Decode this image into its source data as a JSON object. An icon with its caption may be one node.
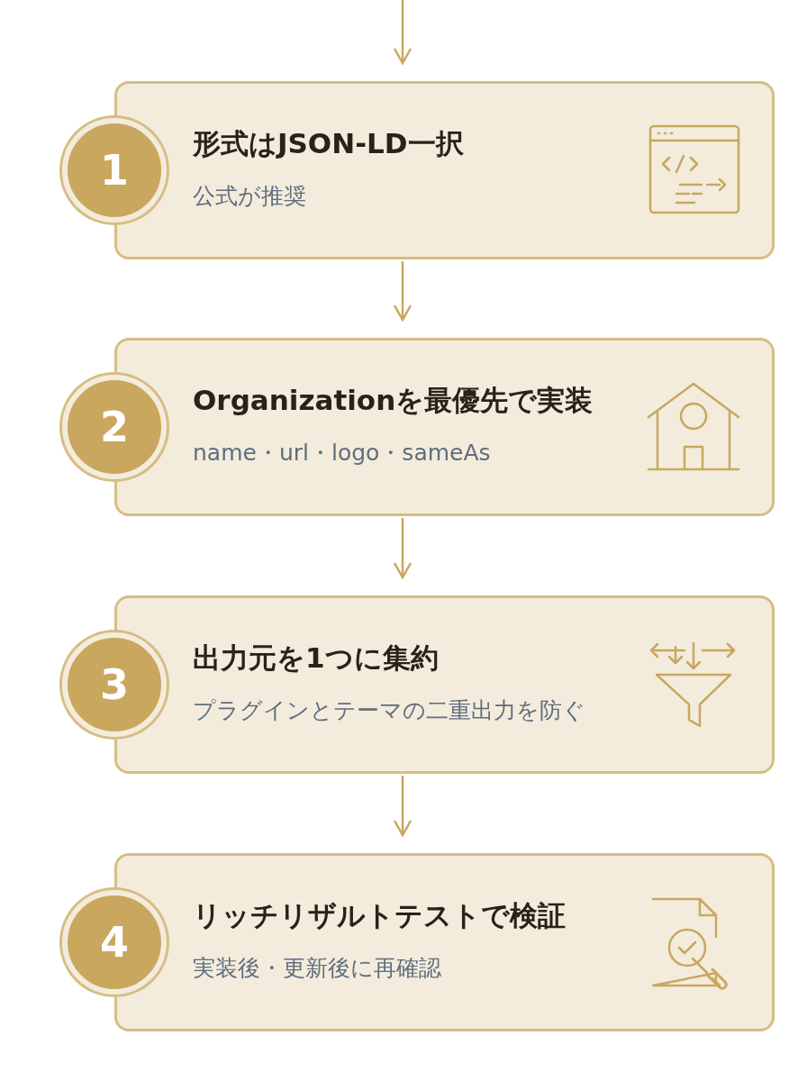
{
  "diagram": {
    "nodes": [
      {
        "text": [
          "1"
        ]
      },
      {
        "text": [
          "形式はJSON-LD一択",
          "公式が推奨"
        ]
      },
      {
        "text": [
          "2"
        ]
      },
      {
        "text": [
          "Organizationを最優先で実装",
          "name・url・logo・sameAs"
        ]
      },
      {
        "text": [
          "3"
        ]
      },
      {
        "text": [
          "出力元を1つに集約",
          "プラグインとテーマの二重出力を防ぐ"
        ]
      },
      {
        "text": [
          "4"
        ]
      },
      {
        "text": [
          "リッチリザルトテストで検証",
          "実装後・更新後に再確認"
        ]
      }
    ],
    "edges": [
      {
        "from": null,
        "to": 1,
        "arrow": "to"
      },
      {
        "from": 1,
        "to": 3,
        "arrow": "to"
      },
      {
        "from": 3,
        "to": 5,
        "arrow": "to"
      },
      {
        "from": 5,
        "to": 7,
        "arrow": "to"
      }
    ]
  }
}
